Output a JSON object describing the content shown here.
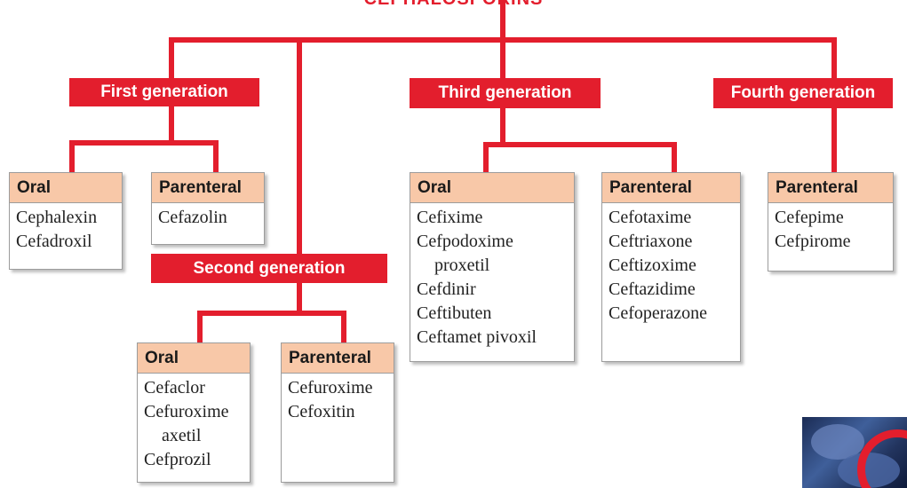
{
  "title": "CEPHALOSPORINS",
  "generations": {
    "first": {
      "label": "First generation",
      "oral": {
        "header": "Oral",
        "items": [
          "Cephalexin",
          "Cefadroxil"
        ]
      },
      "parenteral": {
        "header": "Parenteral",
        "items": [
          "Cefazolin"
        ]
      }
    },
    "second": {
      "label": "Second generation",
      "oral": {
        "header": "Oral",
        "items": [
          "Cefaclor",
          "Cefuroxime",
          "axetil",
          "Cefprozil"
        ]
      },
      "parenteral": {
        "header": "Parenteral",
        "items": [
          "Cefuroxime",
          "Cefoxitin"
        ]
      }
    },
    "third": {
      "label": "Third generation",
      "oral": {
        "header": "Oral",
        "items": [
          "Cefixime",
          "Cefpodoxime",
          "proxetil",
          "Cefdinir",
          "Ceftibuten",
          "Ceftamet pivoxil"
        ]
      },
      "parenteral": {
        "header": "Parenteral",
        "items": [
          "Cefotaxime",
          "Ceftriaxone",
          "Ceftizoxime",
          "Ceftazidime",
          "Cefoperazone"
        ]
      }
    },
    "fourth": {
      "label": "Fourth generation",
      "parenteral": {
        "header": "Parenteral",
        "items": [
          "Cefepime",
          "Cefpirome"
        ]
      }
    }
  },
  "colors": {
    "accent": "#e31e2d",
    "box_header": "#f8c8a8"
  }
}
